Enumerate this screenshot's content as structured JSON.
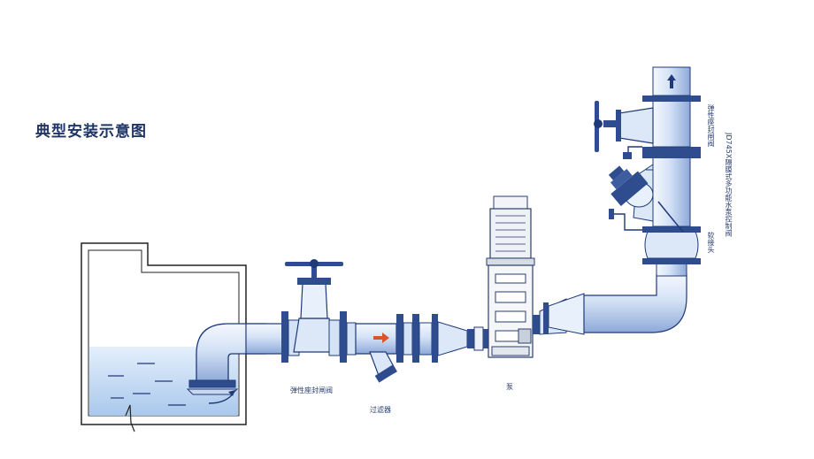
{
  "title": "典型安装示意图",
  "labels": {
    "gate_valve_lower": "弹性座封闸阀",
    "strainer": "过滤器",
    "pump": "泵",
    "gate_valve_upper": "弹性座封闸阀",
    "control_valve": "JD745X隔膜式多功能水泵控制阀",
    "flex_joint": "软接头"
  },
  "colors": {
    "pipe_dark": "#1f3a78",
    "pipe_light": "#dce8f8",
    "water": "#bcd6f2",
    "pump_gray": "#e4e7ec",
    "flow_arrow": "#d9542a"
  },
  "icons": {
    "flow_direction": "up-arrow-icon",
    "strainer_flow": "right-arrow-icon",
    "inflow": "curved-arrow-icon"
  }
}
